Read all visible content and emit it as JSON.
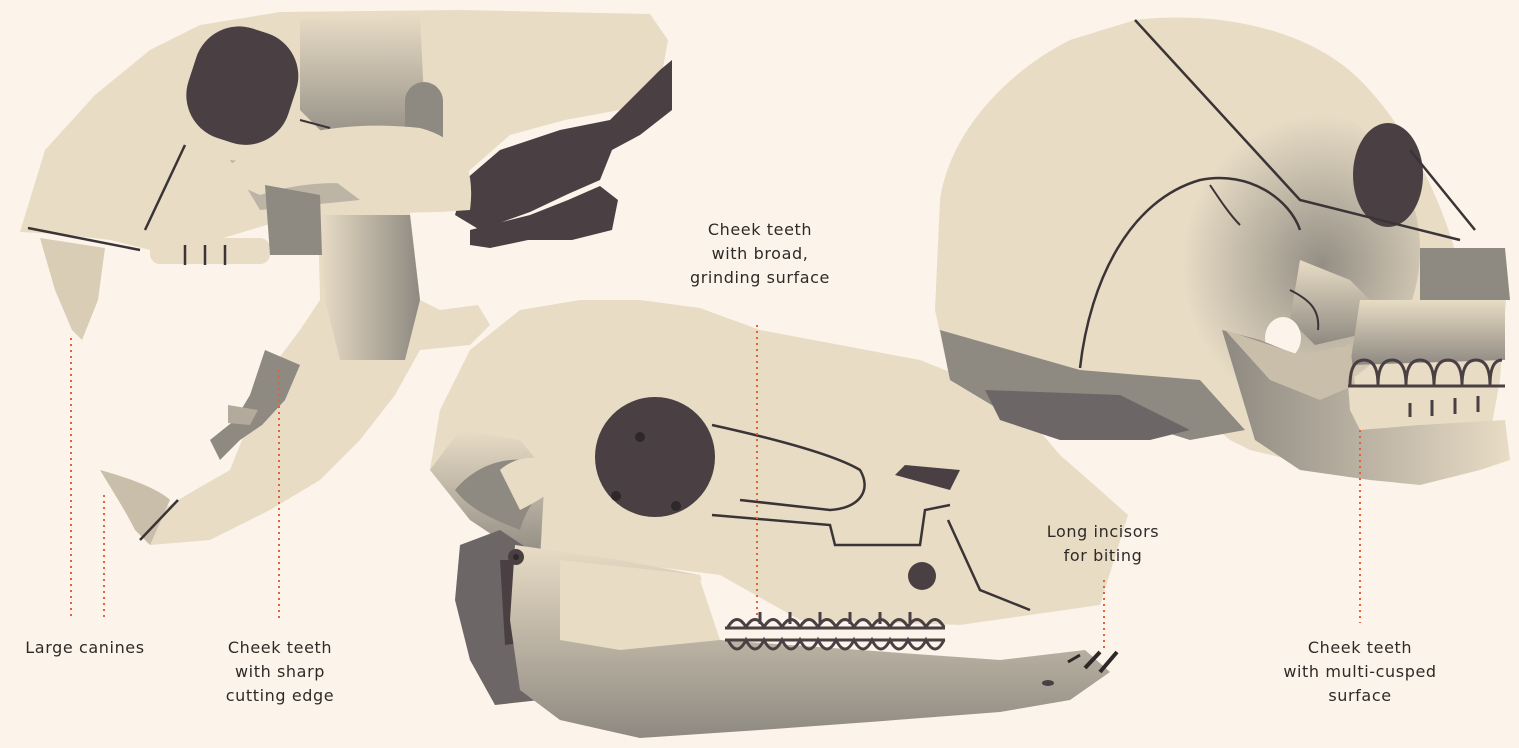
{
  "colors": {
    "background": "#fcf4ea",
    "bone": "#e8dcc5",
    "bone_shade": "#8f8a80",
    "dark": "#4a4043",
    "line": "#3b3436",
    "leader": "#e0633a"
  },
  "labels": {
    "cat_canines": "Large canines",
    "cat_cheek": [
      "Cheek teeth",
      "with sharp",
      "cutting edge"
    ],
    "herbivore_cheek": [
      "Cheek teeth",
      "with broad,",
      "grinding surface"
    ],
    "herbivore_incisors": [
      "Long incisors",
      "for biting"
    ],
    "human_cheek": [
      "Cheek teeth",
      "with multi-cusped",
      "surface"
    ]
  }
}
